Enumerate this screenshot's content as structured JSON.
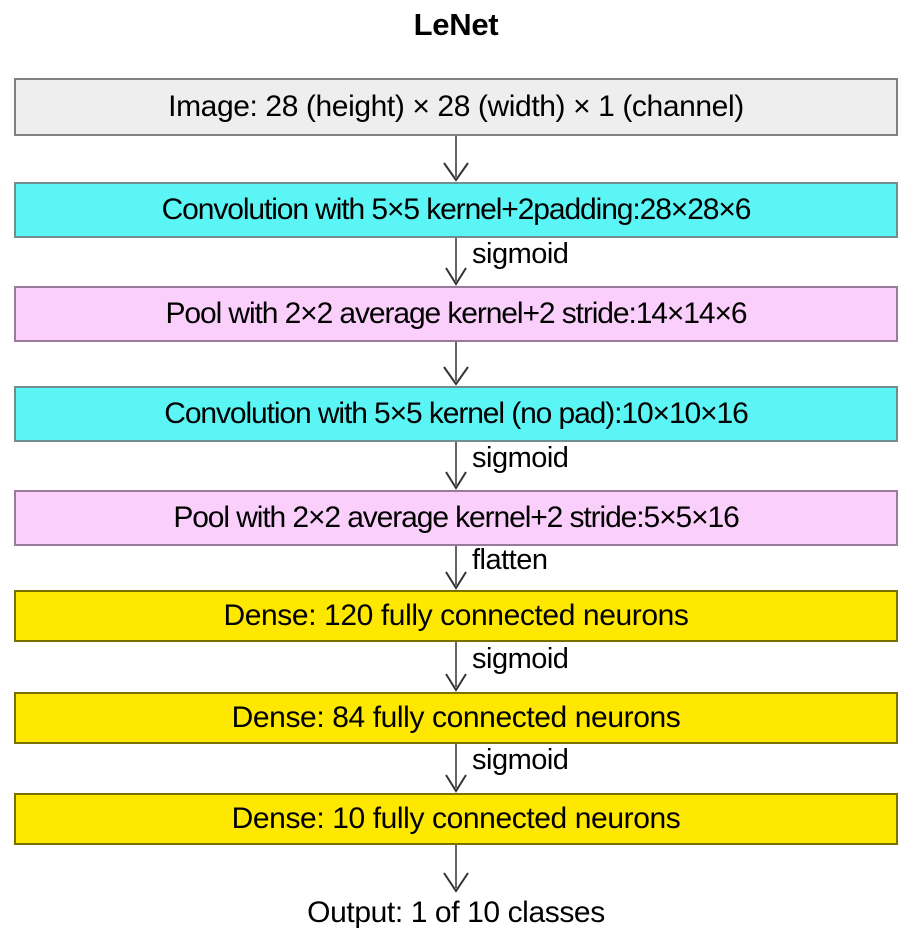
{
  "diagram": {
    "title": "LeNet",
    "type": "flowchart",
    "direction": "top-to-bottom",
    "colors": {
      "input": "#eeeeee",
      "convolution": "#5bf5f5",
      "pooling": "#fbcffb",
      "dense": "#ffe800",
      "border": "#808080",
      "arrow": "#666666",
      "text": "#000000",
      "background": "#ffffff"
    },
    "nodes": [
      {
        "id": "input",
        "kind": "image",
        "label": "Image: 28 (height) × 28 (width) × 1 (channel)"
      },
      {
        "id": "conv1",
        "kind": "conv",
        "label": "Convolution with 5×5 kernel+2padding:28×28×6"
      },
      {
        "id": "pool1",
        "kind": "pool",
        "label": "Pool with 2×2 average kernel+2 stride:14×14×6"
      },
      {
        "id": "conv2",
        "kind": "conv",
        "label": "Convolution with 5×5 kernel (no pad):10×10×16"
      },
      {
        "id": "pool2",
        "kind": "pool",
        "label": "Pool with 2×2 average kernel+2 stride:5×5×16"
      },
      {
        "id": "dense1",
        "kind": "dense",
        "label": "Dense: 120 fully connected neurons"
      },
      {
        "id": "dense2",
        "kind": "dense",
        "label": "Dense: 84 fully connected neurons"
      },
      {
        "id": "dense3",
        "kind": "dense",
        "label": "Dense: 10 fully connected neurons"
      },
      {
        "id": "output",
        "kind": "plain",
        "label": "Output: 1 of 10 classes"
      }
    ],
    "edges": [
      {
        "from": "input",
        "to": "conv1",
        "label": ""
      },
      {
        "from": "conv1",
        "to": "pool1",
        "label": "sigmoid"
      },
      {
        "from": "pool1",
        "to": "conv2",
        "label": ""
      },
      {
        "from": "conv2",
        "to": "pool2",
        "label": "sigmoid"
      },
      {
        "from": "pool2",
        "to": "dense1",
        "label": "flatten"
      },
      {
        "from": "dense1",
        "to": "dense2",
        "label": "sigmoid"
      },
      {
        "from": "dense2",
        "to": "dense3",
        "label": "sigmoid"
      },
      {
        "from": "dense3",
        "to": "output",
        "label": ""
      }
    ]
  }
}
